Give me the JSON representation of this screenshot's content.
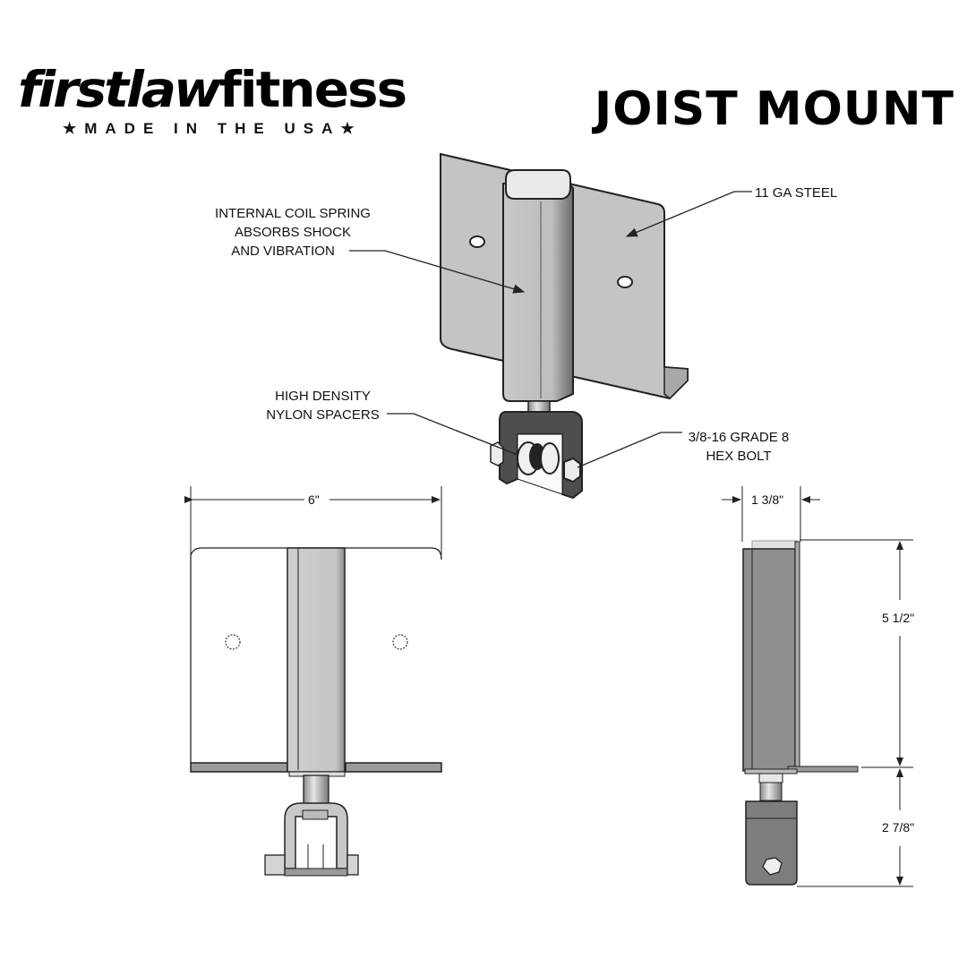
{
  "brand": {
    "name": "firstlawfitness",
    "name_part1": "firstlaw",
    "name_part2": "fitness",
    "tagline": "★MADE IN THE USA★"
  },
  "title": "JOIST MOUNT",
  "callouts": {
    "spring": [
      "INTERNAL COIL SPRING",
      "ABSORBS SHOCK",
      "AND VIBRATION"
    ],
    "steel": [
      "11 GA STEEL"
    ],
    "spacers": [
      "HIGH DENSITY",
      "NYLON SPACERS"
    ],
    "bolt": [
      "3/8-16 GRADE 8",
      "HEX BOLT"
    ]
  },
  "dimensions": {
    "width": "6\"",
    "depth": "1 3/8\"",
    "height_plate": "5 1/2\"",
    "height_clevis": "2 7/8\""
  },
  "colors": {
    "steel_light": "#d4d4d4",
    "steel_mid": "#b8b8b8",
    "steel_dark": "#8a8a8a",
    "clevis_dark": "#555555",
    "line": "#222222"
  }
}
